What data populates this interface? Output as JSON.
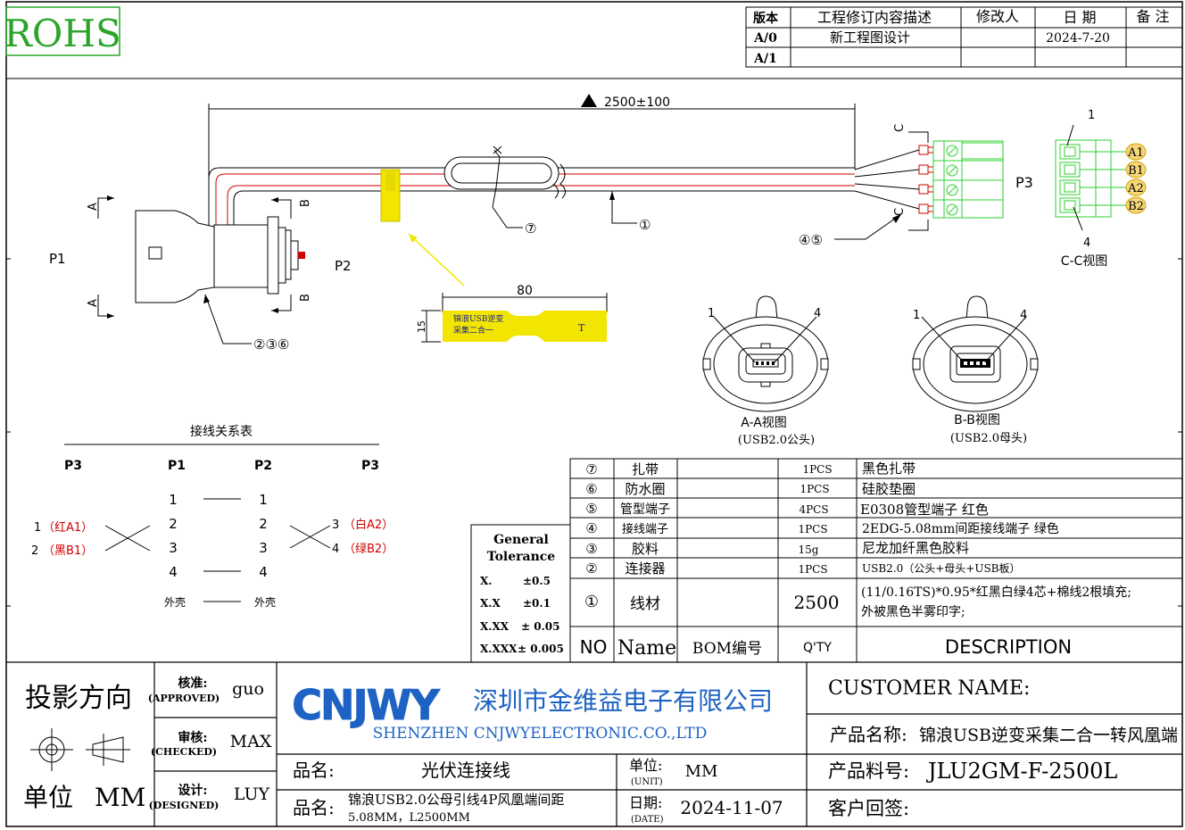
{
  "rohs": "ROHS",
  "revision": {
    "headers": [
      "版本",
      "工程修订内容描述",
      "修改人",
      "日 期",
      "备 注"
    ],
    "rows": [
      [
        "A/0",
        "新工程图设计",
        "",
        "2024-7-20",
        ""
      ],
      [
        "A/1",
        "",
        "",
        "",
        ""
      ]
    ]
  },
  "drawing": {
    "length_dim": "2500±100",
    "p1": "P1",
    "p2": "P2",
    "p3": "P3",
    "section_a": "A",
    "section_b": "B",
    "section_c": "C",
    "callout_7": "⑦",
    "callout_1": "①",
    "callout_45": "④⑤",
    "callout_236": "②③⑥",
    "label_dim_80": "80",
    "label_dim_15": "15",
    "label_text": "锦浪USB逆变\n采集二合一",
    "label_t": "T",
    "p3_pin1": "1",
    "p3_pin4": "4",
    "p3_pins": [
      "A1",
      "B1",
      "A2",
      "B2"
    ],
    "cc_view": "C-C视图",
    "aa_view": "A-A视图",
    "aa_sub": "(USB2.0公头)",
    "bb_view": "B-B视图",
    "bb_sub": "(USB2.0母头)",
    "pin_1": "1",
    "pin_4": "4"
  },
  "wiring": {
    "title": "接线关系表",
    "headers": [
      "P3",
      "P1",
      "P2",
      "P3"
    ],
    "p1_pins": [
      "1",
      "2",
      "3",
      "4",
      "外壳"
    ],
    "p2_pins": [
      "1",
      "2",
      "3",
      "4",
      "外壳"
    ],
    "left_labels": [
      {
        "num": "1",
        "note": "（红A1）"
      },
      {
        "num": "2",
        "note": "（黑B1）"
      }
    ],
    "right_labels": [
      {
        "num": "3",
        "note": "（白A2）"
      },
      {
        "num": "4",
        "note": "（绿B2）"
      }
    ]
  },
  "tolerance": {
    "title": "General\nTolerance",
    "rows": [
      [
        "X.",
        "±0.5"
      ],
      [
        "X.X",
        "±0.1"
      ],
      [
        "X.XX",
        "± 0.05"
      ],
      [
        "X.XXX",
        "± 0.005"
      ]
    ]
  },
  "bom": {
    "rows": [
      {
        "no": "⑦",
        "name": "扎带",
        "bom": "",
        "qty": "1PCS",
        "desc": "黑色扎带"
      },
      {
        "no": "⑥",
        "name": "防水圈",
        "bom": "",
        "qty": "1PCS",
        "desc": "硅胶垫圈"
      },
      {
        "no": "⑤",
        "name": "管型端子",
        "bom": "",
        "qty": "4PCS",
        "desc": "E0308管型端子 红色"
      },
      {
        "no": "④",
        "name": "接线端子",
        "bom": "",
        "qty": "1PCS",
        "desc": "2EDG-5.08mm间距接线端子 绿色"
      },
      {
        "no": "③",
        "name": "胶料",
        "bom": "",
        "qty": "15g",
        "desc": "尼龙加纤黑色胶料"
      },
      {
        "no": "②",
        "name": "连接器",
        "bom": "",
        "qty": "1PCS",
        "desc": "USB2.0（公头+母头+USB板）"
      },
      {
        "no": "①",
        "name": "线材",
        "bom": "",
        "qty": "2500",
        "desc": "(11/0.16TS)*0.95*红黑白绿4芯+棉线2根填充;\n外被黑色半雾印字;"
      }
    ],
    "header": {
      "no": "NO",
      "name": "Name",
      "bom": "BOM编号",
      "qty": "Q'TY",
      "desc": "DESCRIPTION"
    }
  },
  "title_block": {
    "projection": "投影方向",
    "unit_label": "单位",
    "unit_value": "MM",
    "approved_label": "核准:",
    "approved_en": "(APPROVED)",
    "approved_name": "guo",
    "checked_label": "审核:",
    "checked_en": "(CHECKED)",
    "checked_name": "MAX",
    "designed_label": "设计:",
    "designed_en": "(DESIGNED)",
    "designed_name": "LUY",
    "logo": "CNJWY",
    "company_cn": "深圳市金维益电子有限公司",
    "company_en": "SHENZHEN CNJWYELECTRONIC.CO.,LTD",
    "pin_name_label": "品名:",
    "pin_name_value": "光伏连接线",
    "pin_name2_label": "品名:",
    "pin_name2_value": "锦浪USB2.0公母引线4P风凰端间距\n5.08MM，L2500MM",
    "unit2_label": "单位:",
    "unit2_en": "(UNIT)",
    "unit2_value": "MM",
    "date_label": "日期:",
    "date_en": "(DATE)",
    "date_value": "2024-11-07",
    "customer_label": "CUSTOMER NAME:",
    "product_name_label": "产品名称:",
    "product_name_value": "锦浪USB逆变采集二合一转风凰端",
    "product_no_label": "产品料号:",
    "product_no_value": "JLU2GM-F-2500L",
    "customer_sign_label": "客户回签:"
  },
  "colors": {
    "red": "#d00000",
    "green": "#2ed12e",
    "yellow": "#f2e600",
    "pinbox": "#f5d77a"
  }
}
